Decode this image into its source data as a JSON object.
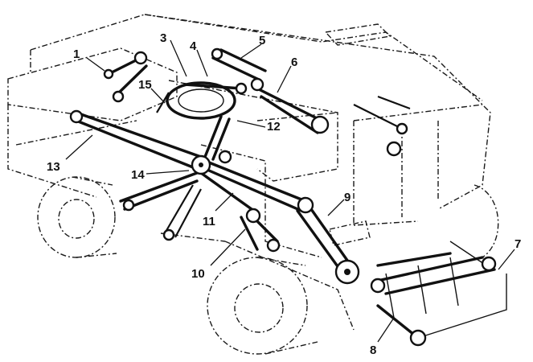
{
  "labels": [
    {
      "id": "1",
      "text": "1"
    },
    {
      "id": "2",
      "text": "3"
    },
    {
      "id": "3",
      "text": "4"
    },
    {
      "id": "4",
      "text": "5"
    },
    {
      "id": "5",
      "text": "6"
    },
    {
      "id": "6",
      "text": "15"
    },
    {
      "id": "7",
      "text": "12"
    },
    {
      "id": "8",
      "text": "13"
    },
    {
      "id": "9",
      "text": "14"
    },
    {
      "id": "10",
      "text": "11"
    },
    {
      "id": "11",
      "text": "9"
    },
    {
      "id": "12",
      "text": "10"
    },
    {
      "id": "13",
      "text": "7"
    },
    {
      "id": "14",
      "text": "8"
    }
  ]
}
